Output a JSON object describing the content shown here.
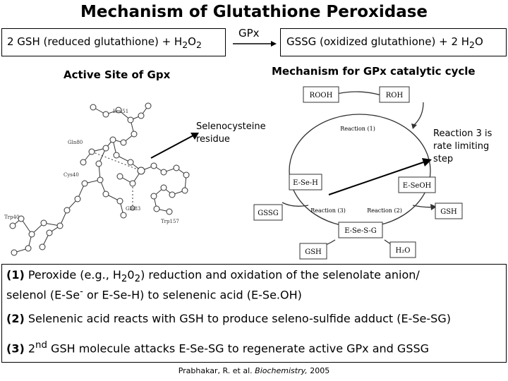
{
  "title": "Mechanism of Glutathione Peroxidase",
  "equation": {
    "reactants": "2 GSH (reduced glutathione) + H",
    "reactants_sub1": "2",
    "reactants_mid": "O",
    "reactants_sub2": "2",
    "enzyme": "GPx",
    "products": "GSSG (oxidized glutathione) + 2 H",
    "products_sub": "2",
    "products_end": "O"
  },
  "active_site_heading": "Active Site of Gpx",
  "cycle_heading": "Mechanism for GPx catalytic cycle",
  "selenocysteine_note": "Selenocysteine residue",
  "rate_note": "Reaction 3 is rate limiting step",
  "structure_labels": [
    "Leu51",
    "Gln80",
    "Gln83",
    "Trp157",
    "Cys40",
    "Trp40"
  ],
  "cycle": {
    "nodes": [
      "ROOH",
      "ROH",
      "E-Se-H",
      "E-SeOH",
      "GSSG",
      "GSH",
      "E-Se-S-G",
      "GSH",
      "H₂O"
    ],
    "reactions": [
      "Reaction (1)",
      "Reaction (3)",
      "Reaction (2)"
    ]
  },
  "steps": [
    {
      "num": "(1)",
      "line1": " Peroxide (e.g., H",
      "sub1": "2",
      "mid1": "0",
      "sub2": "2",
      "rest1": ") reduction and oxidation of the selenolate anion/",
      "line2a": "selenol (E-Se",
      "sup": "-",
      "line2b": " or E-Se-H) to  selenenic acid (E-Se.OH)"
    },
    {
      "num": "(2)",
      "text": " Selenenic acid reacts with GSH to produce seleno-sulfide adduct (E-Se-SG)"
    },
    {
      "num": "(3)",
      "pre": " 2",
      "sup": "nd",
      "text": " GSH molecule attacks E-Se-SG to regenerate active GPx and GSSG"
    }
  ],
  "citation": {
    "authors": "Prabhakar, R. et al. ",
    "journal": "Biochemistry,",
    "year": " 2005"
  }
}
